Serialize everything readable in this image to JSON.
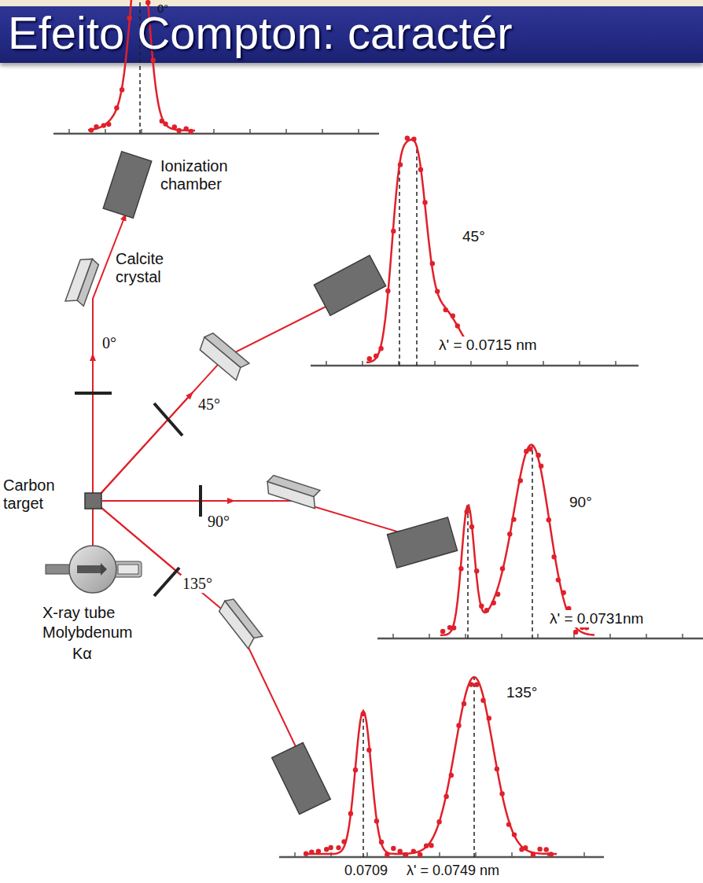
{
  "diagram": {
    "title": "Efeito Compton: caractér",
    "labels": [
      "0°",
      "Ionization chamber",
      "Calcite crystal",
      "0°",
      "45°",
      "λ' = 0.0715 nm",
      "45°",
      "Carbon target",
      "90°",
      "90°",
      "λ' = 0.0731nm",
      "135°",
      "X-ray tube",
      "Molybdenum",
      "Kα",
      "135°",
      "0.0709",
      "λ' = 0.0749 nm"
    ]
  }
}
